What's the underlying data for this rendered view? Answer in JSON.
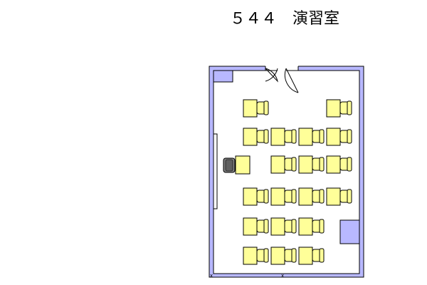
{
  "room": {
    "title": "５４４　演習室"
  },
  "colors": {
    "wall": "#b8b8ff",
    "desk": "#ffff99",
    "outline": "#000000",
    "teacher_chair": "#808080",
    "floor": "#ffffff"
  },
  "seating": {
    "rows": [
      {
        "row": "1",
        "desks": [
          "1",
          "4"
        ]
      },
      {
        "row": "2",
        "desks": [
          "1",
          "2",
          "3",
          "4"
        ]
      },
      {
        "row": "3",
        "desks": [
          "2",
          "3",
          "4"
        ]
      },
      {
        "row": "4",
        "desks": [
          "1",
          "2",
          "3",
          "4"
        ]
      },
      {
        "row": "5",
        "desks": [
          "1",
          "2",
          "3"
        ]
      },
      {
        "row": "6",
        "desks": [
          "1",
          "2",
          "3"
        ]
      }
    ],
    "teacher_desk": true
  },
  "features": [
    "door",
    "whiteboard",
    "pillar-top-left",
    "pillar-right"
  ]
}
